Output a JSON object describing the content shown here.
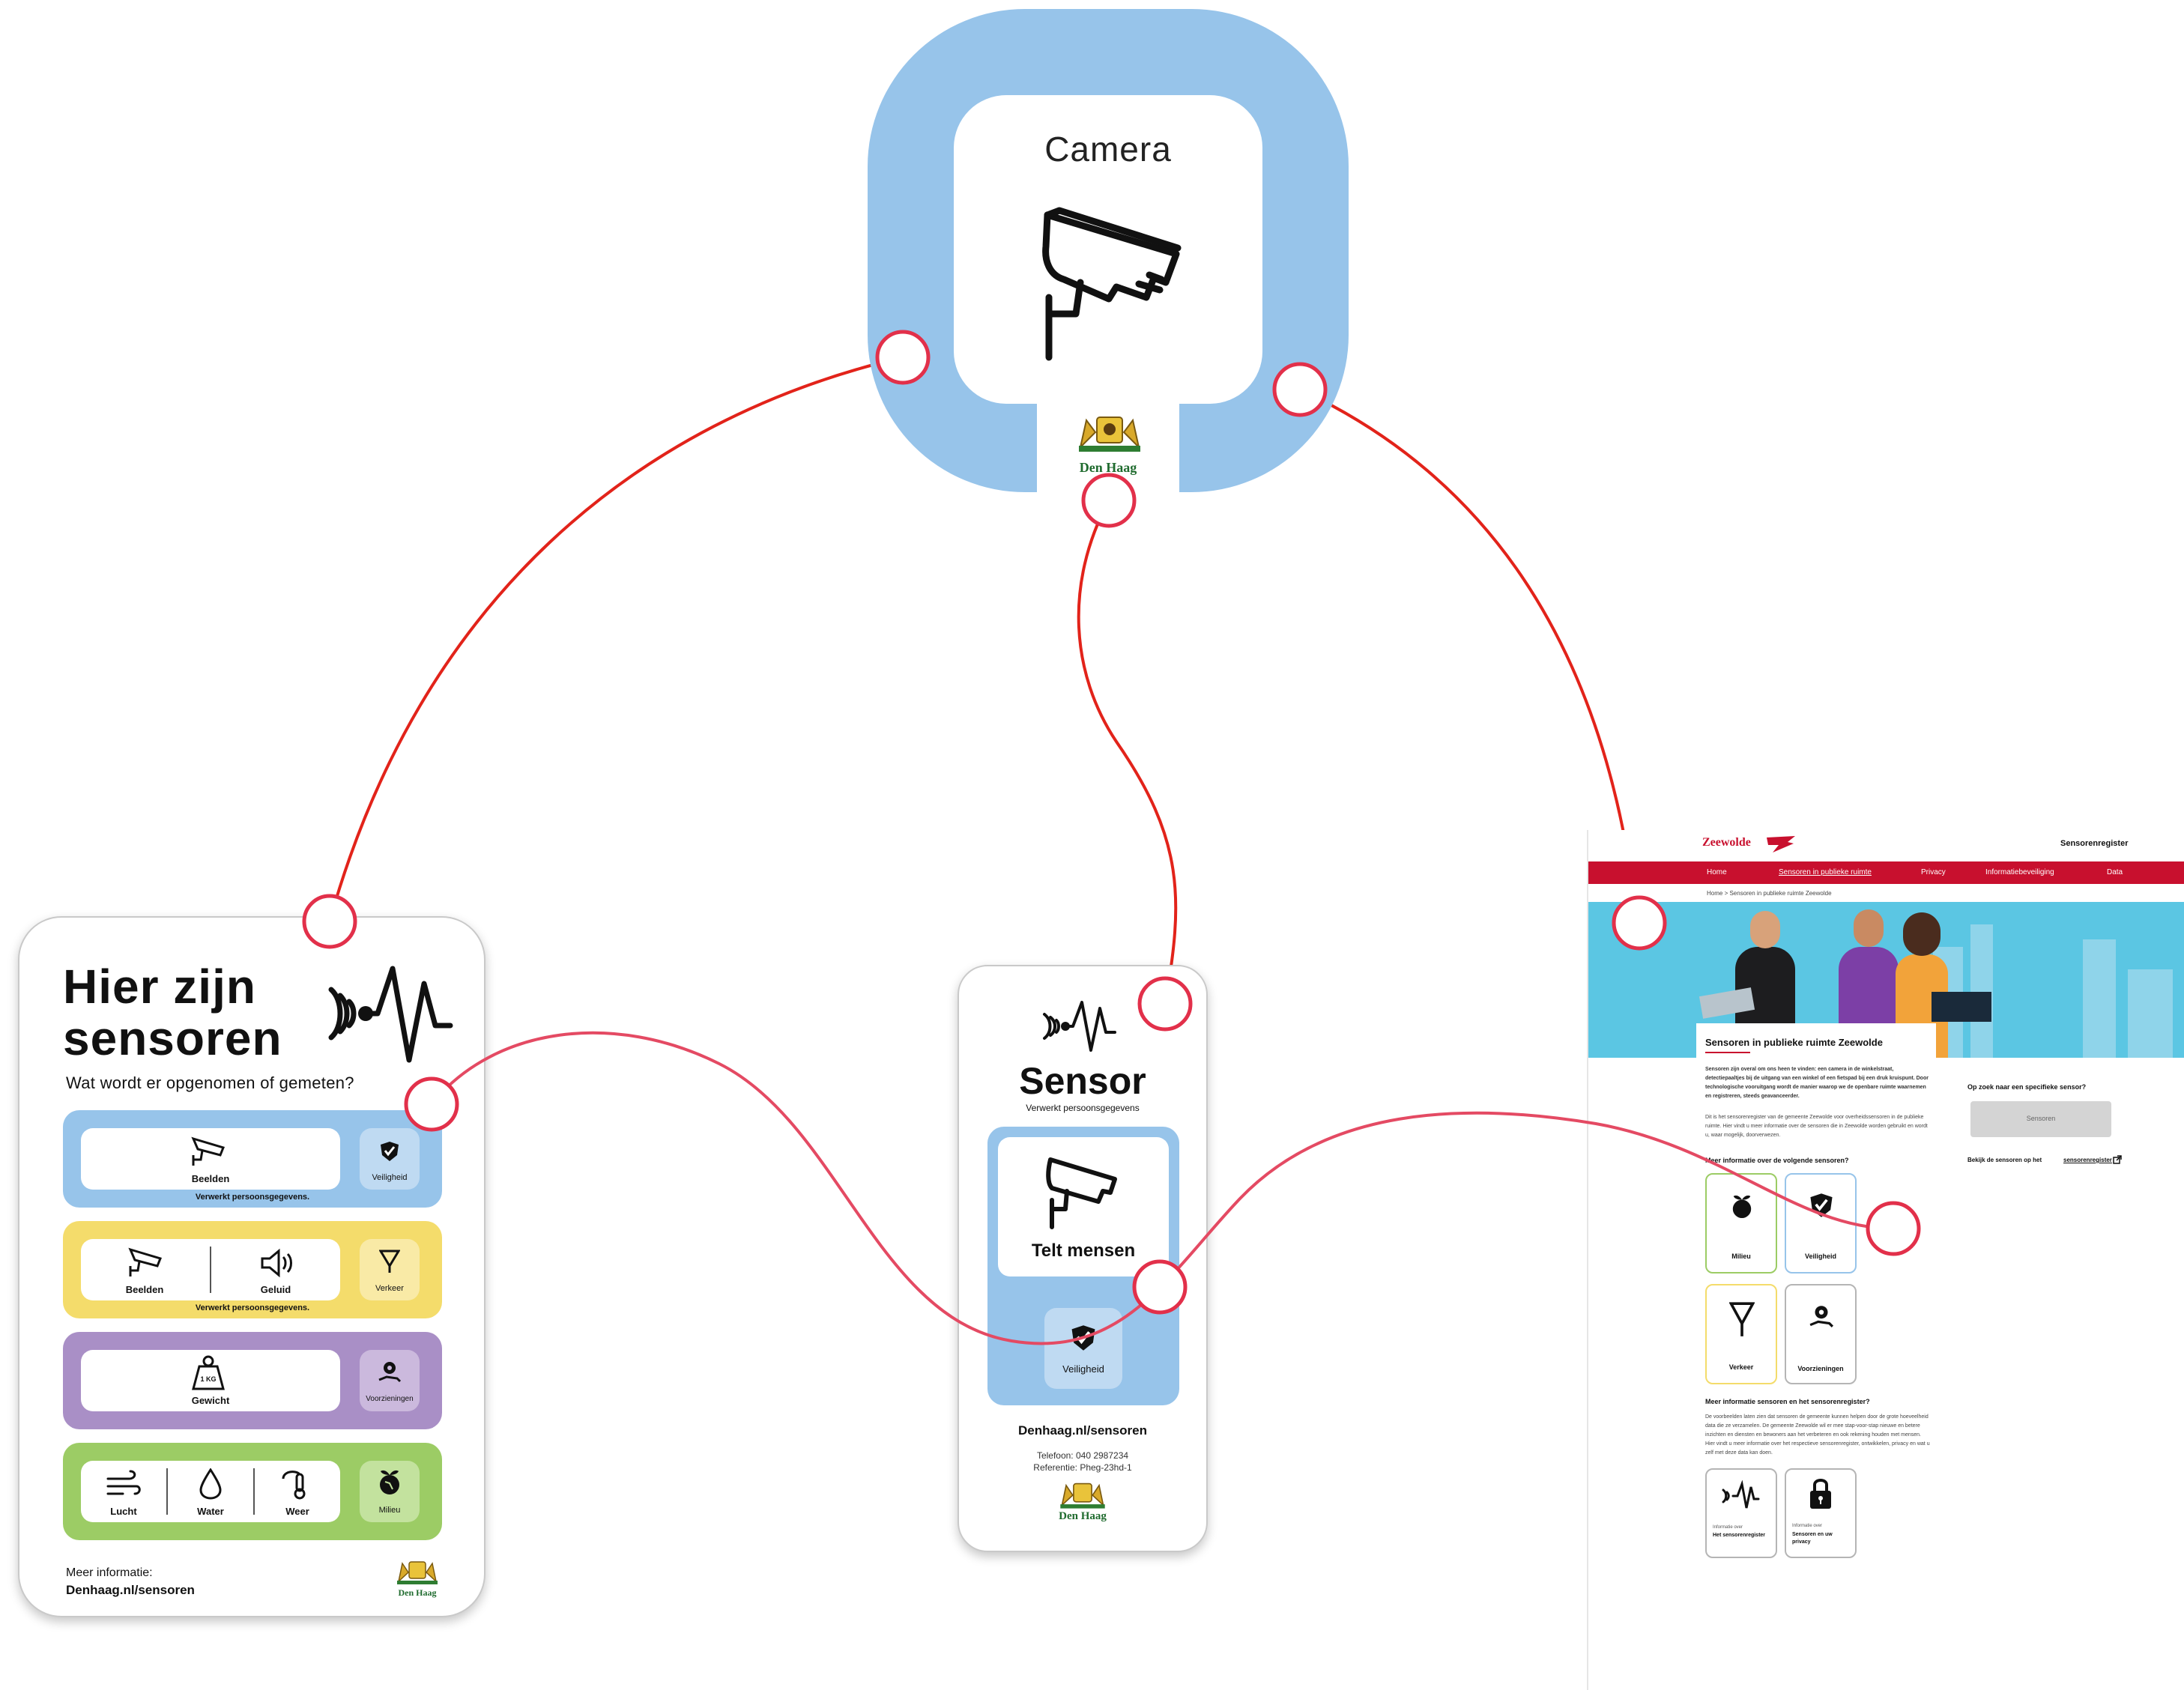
{
  "camera_hub": {
    "label": "Camera",
    "brand": "Den Haag",
    "color": "#97c4ea",
    "icons": [
      "camera-icon",
      "den-haag-crest-icon"
    ]
  },
  "connector_color": "#e2231a",
  "poster": {
    "title_line1": "Hier zijn",
    "title_line2": "sensoren",
    "subtitle": "Wat wordt er opgenomen of gemeten?",
    "rows": [
      {
        "color": "#97c4ea",
        "items": [
          "Beelden"
        ],
        "badge": "Veiligheid",
        "note": "Verwerkt persoonsgegevens."
      },
      {
        "color": "#f4dc6b",
        "items": [
          "Beelden",
          "Geluid"
        ],
        "badge": "Verkeer",
        "note": "Verwerkt persoonsgegevens."
      },
      {
        "color": "#a98fc6",
        "items": [
          "Gewicht"
        ],
        "badge": "Voorzieningen",
        "weight_label": "1 KG"
      },
      {
        "color": "#9ccc65",
        "items": [
          "Lucht",
          "Water",
          "Weer"
        ],
        "badge": "Milieu"
      }
    ],
    "footer_label": "Meer informatie:",
    "footer_link": "Denhaag.nl/sensoren",
    "brand": "Den Haag"
  },
  "sticker": {
    "title": "Sensor",
    "subtitle": "Verwerkt persoonsgegevens",
    "action": "Telt mensen",
    "badge": "Veiligheid",
    "link": "Denhaag.nl/sensoren",
    "phone": "Telefoon: 040 2987234",
    "reference": "Referentie: Pheg-23hd-1",
    "brand": "Den Haag"
  },
  "website": {
    "logo": "Zeewolde",
    "header_right": "Sensorenregister",
    "nav": [
      "Home",
      "Sensoren in publieke ruimte",
      "Privacy",
      "Informatiebeveiliging",
      "Data"
    ],
    "breadcrumb": "Home > Sensoren in publieke ruimte Zeewolde",
    "heading": "Sensoren in publieke ruimte Zeewolde",
    "intro": "Sensoren zijn overal om ons heen te vinden: een camera in de winkelstraat, detectiepaaltjes bij de uitgang van een winkel of een fietspad bij een druk kruispunt. Door technologische vooruitgang wordt de manier waarop we de openbare ruimte waarnemen en registreren, steeds geavanceerder.",
    "intro2": "Dit is het sensorenregister van de gemeente Zeewolde voor overheidssensoren in de publieke ruimte. Hier vindt u meer informatie over de sensoren die in Zeewolde worden gebruikt en wordt u, waar mogelijk, doorverwezen.",
    "section1": "Meer informatie over de volgende sensoren?",
    "categories": [
      "Milieu",
      "Veiligheid",
      "Verkeer",
      "Voorzieningen"
    ],
    "section2": "Meer informatie sensoren en het sensorenregister?",
    "section2_text": "De voorbeelden laten zien dat sensoren de gemeente kunnen helpen door de grote hoeveelheid data die ze verzamelen. De gemeente Zeewolde wil er mee stap-voor-stap nieuwe en betere inzichten en diensten en bewoners aan het verbeteren en ook rekening houden met mensen. Hier vindt u meer informatie over het respectieve sensorenregister, ontwikkelen, privacy en wat u zelf met deze data kan doen.",
    "cards": [
      {
        "small": "Informatie over",
        "bold": "Het sensorenregister"
      },
      {
        "small": "Informatie over",
        "bold": "Sensoren en uw privacy"
      }
    ],
    "sidebar_title": "Op zoek naar een specifieke sensor?",
    "search_button": "Sensoren",
    "sidebar_link_prefix": "Bekijk de sensoren op het ",
    "sidebar_link": "sensorenregister"
  }
}
